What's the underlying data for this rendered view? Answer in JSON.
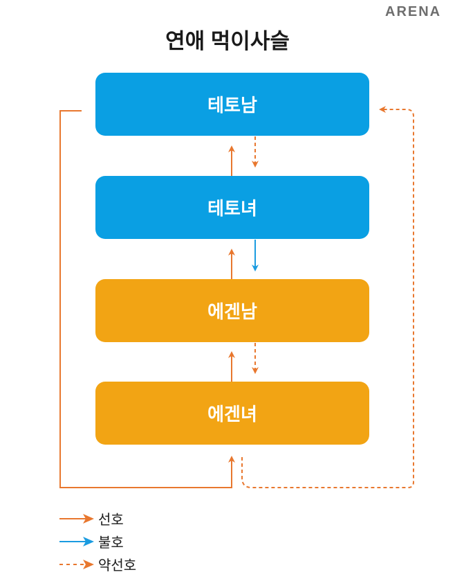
{
  "logo": "ARENA",
  "title": "연애 먹이사슬",
  "nodes": [
    "테토남",
    "테토녀",
    "에겐남",
    "에겐녀"
  ],
  "legend": [
    {
      "label": "선호",
      "style": "solid",
      "color": "#E8772E"
    },
    {
      "label": "불호",
      "style": "solid",
      "color": "#1A9BE0"
    },
    {
      "label": "약선호",
      "style": "dashed",
      "color": "#E8772E"
    }
  ],
  "colors": {
    "teto": "#0A9FE3",
    "egen": "#F2A414",
    "prefer": "#E8772E",
    "dislike": "#1A9BE0"
  }
}
